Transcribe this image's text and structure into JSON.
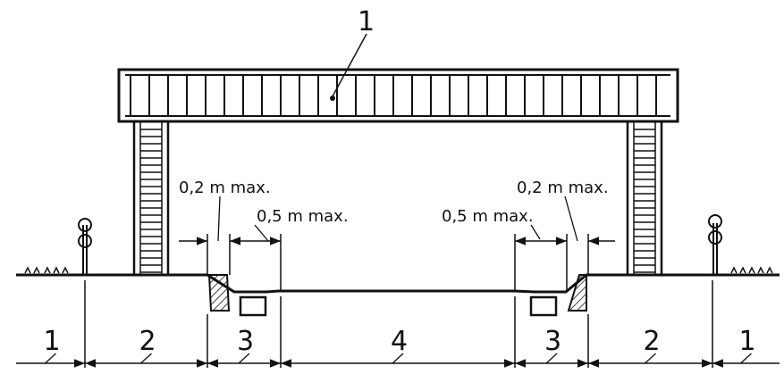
{
  "callouts": {
    "bridge": "1"
  },
  "dimensions": {
    "left_platform_edge": "0,2 m max.",
    "left_step": "0,5 m max.",
    "right_platform_edge": "0,2 m max.",
    "right_step": "0,5 m max."
  },
  "zones": [
    "1",
    "2",
    "3",
    "4",
    "3",
    "2",
    "1"
  ]
}
